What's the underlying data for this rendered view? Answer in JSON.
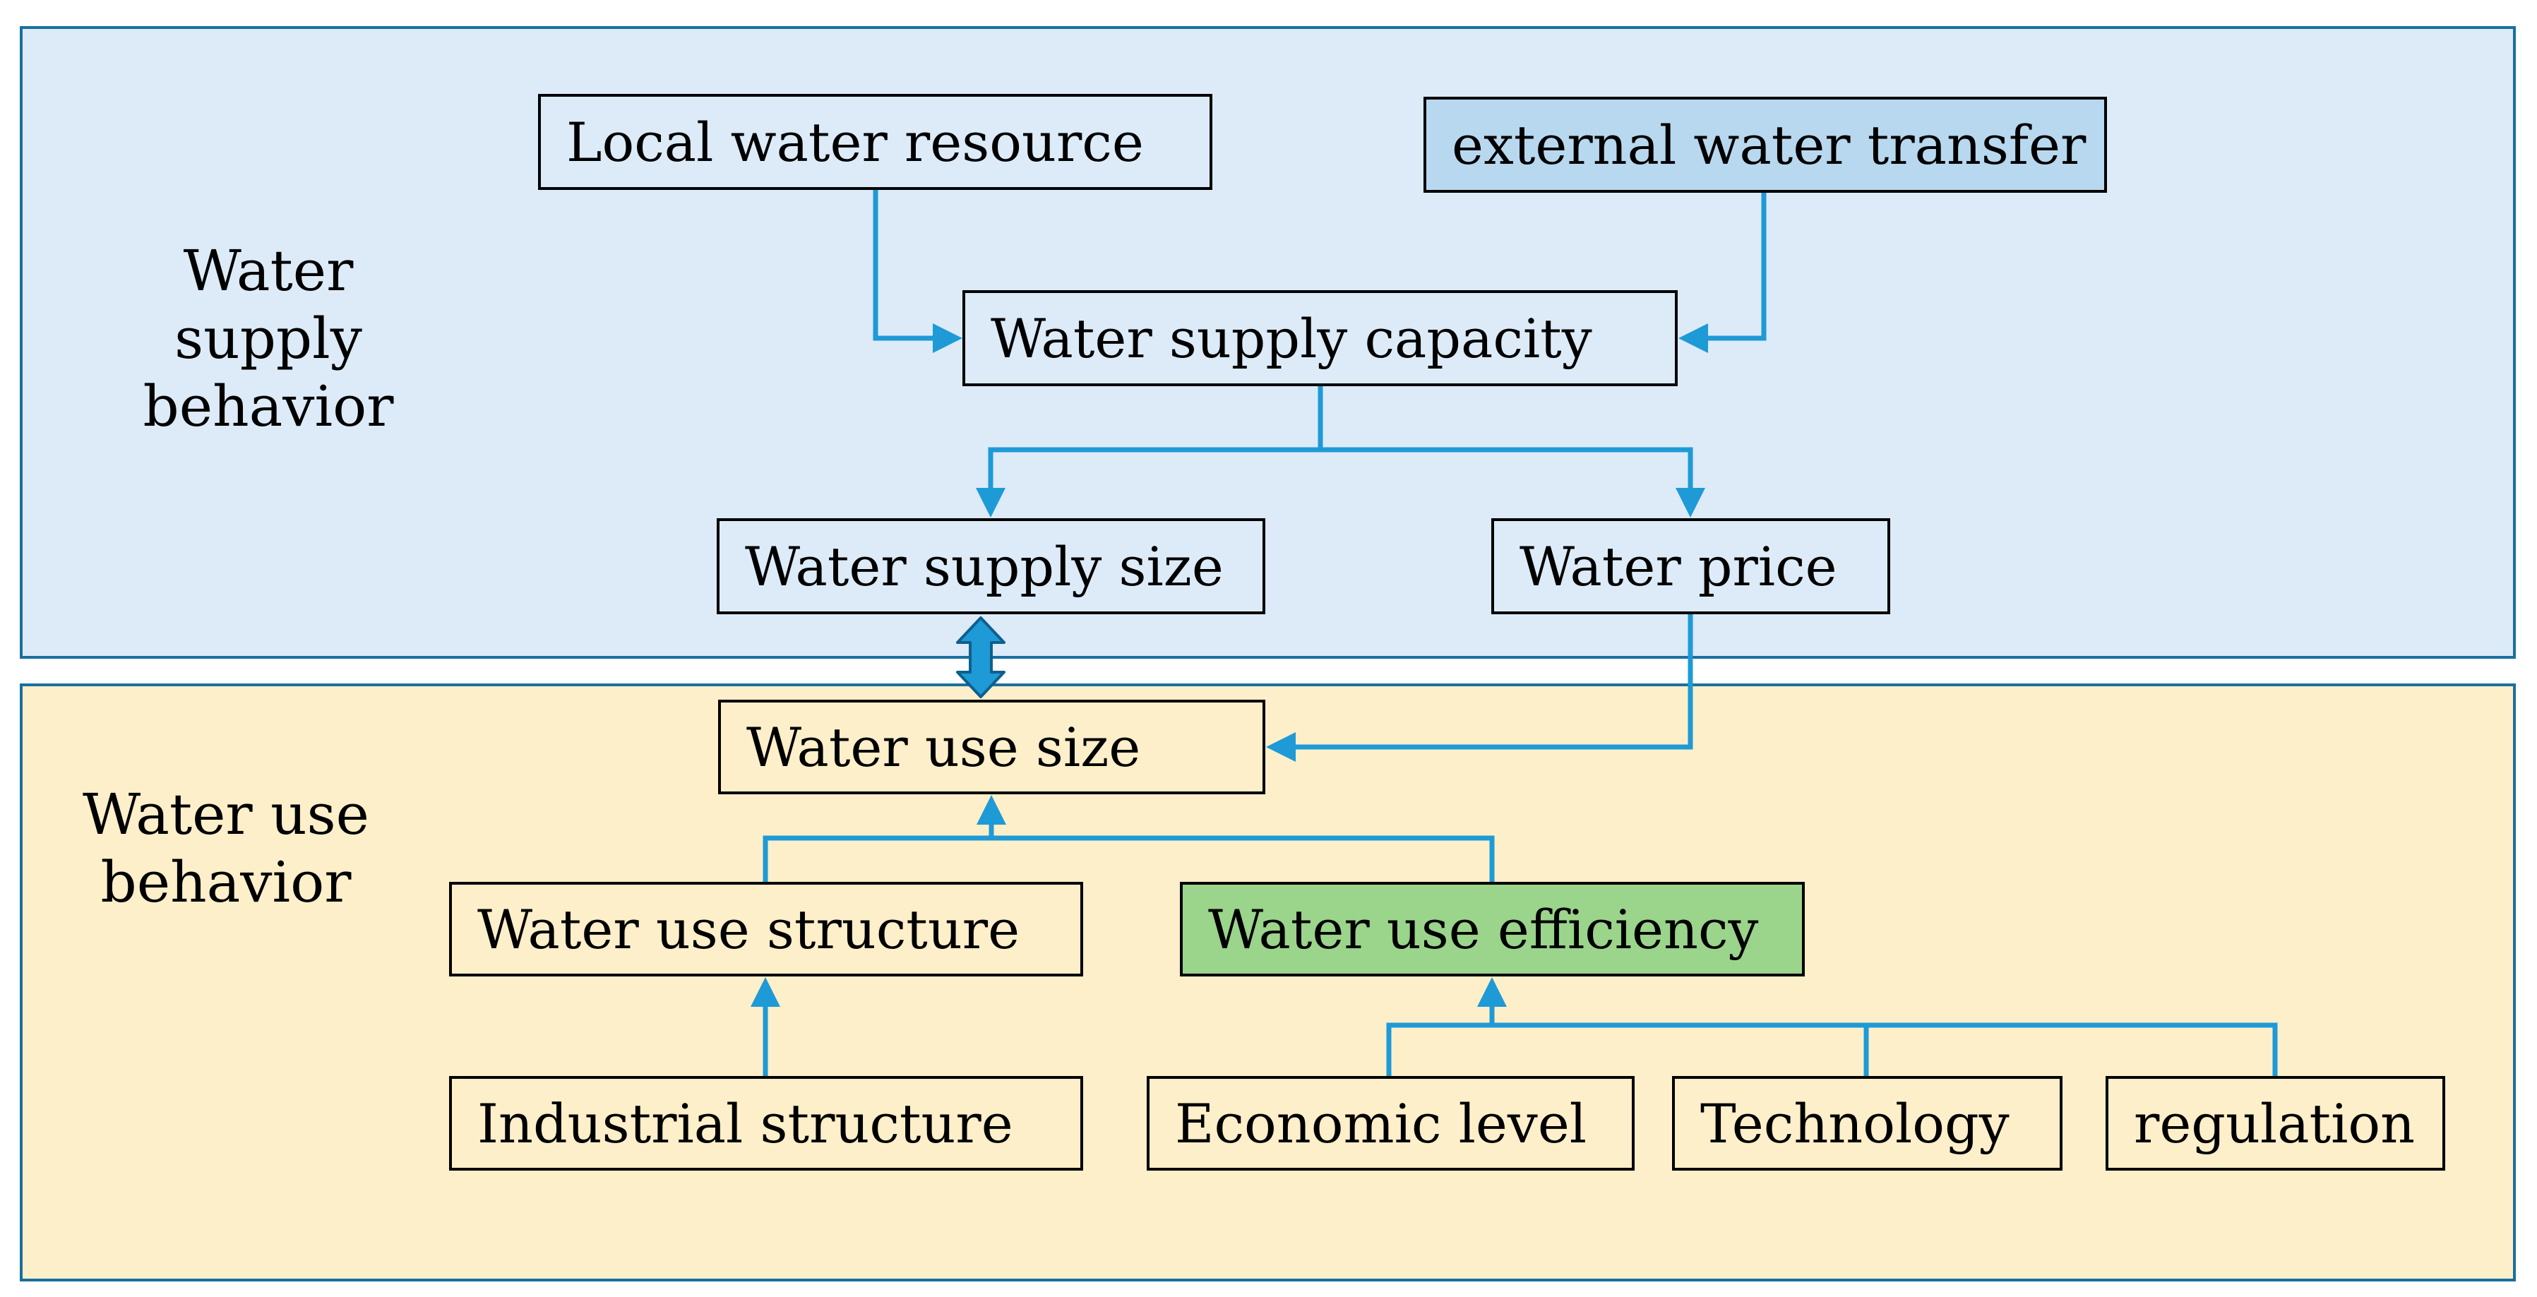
{
  "colors": {
    "supply_panel": "#dcebf7",
    "use_panel": "#fdefc9",
    "panel_border": "#1a6f9f",
    "arrow": "#1e9ad6",
    "highlight_blue": "#b8d8ef",
    "highlight_green": "#9bd48b"
  },
  "supply": {
    "label": "Water supply\nbehavior",
    "local_water_resource": "Local water resource",
    "external_water_transfer": "external water transfer",
    "water_supply_capacity": "Water supply capacity",
    "water_supply_size": "Water supply size",
    "water_price": "Water price"
  },
  "use": {
    "label": "Water use\nbehavior",
    "water_use_size": "Water use size",
    "water_use_structure": "Water use structure",
    "water_use_efficiency": "Water use efficiency",
    "industrial_structure": "Industrial structure",
    "economic_level": "Economic level",
    "technology": "Technology",
    "regulation": "regulation"
  }
}
